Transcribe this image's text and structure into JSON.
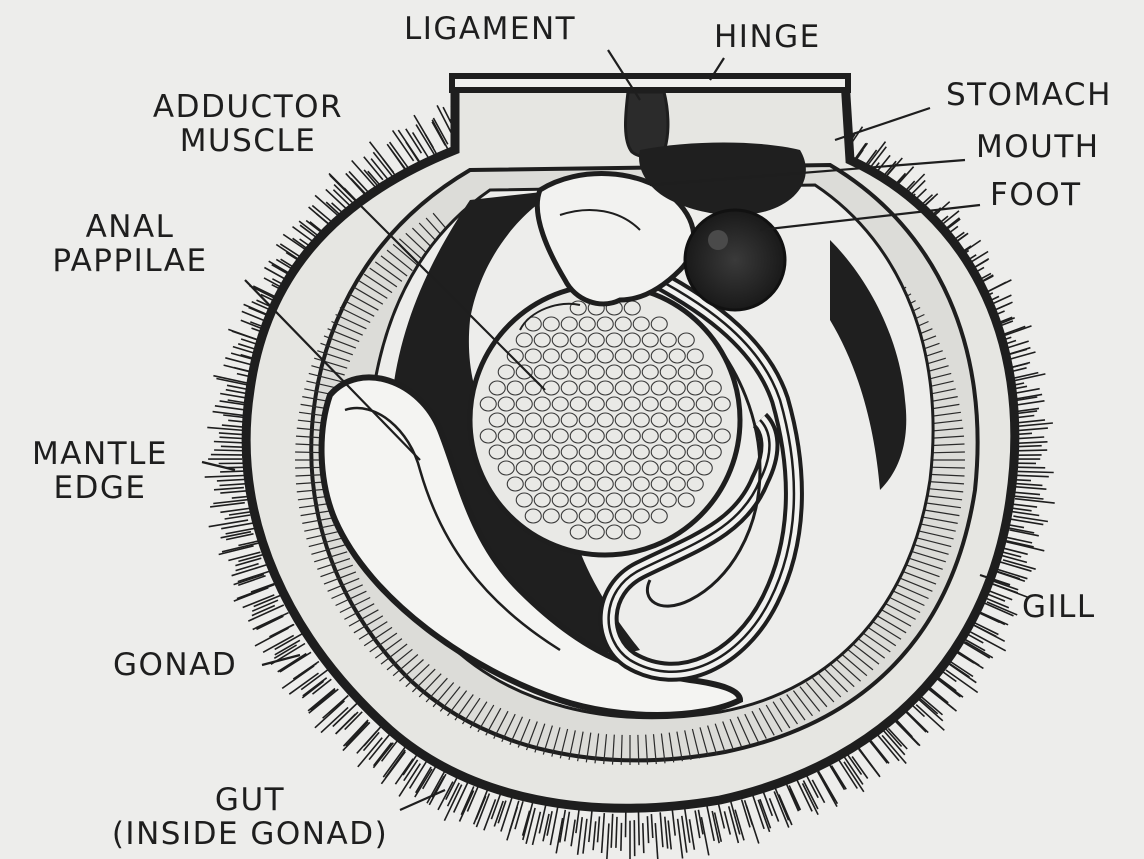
{
  "labels": {
    "ligament": "LIGAMENT",
    "hinge": "HINGE",
    "stomach": "STOMACH",
    "mouth": "MOUTH",
    "foot": "FOOT",
    "adductor_muscle": [
      "ADDUCTOR",
      "MUSCLE"
    ],
    "anal_pappilae": [
      "ANAL",
      "PAPPILAE"
    ],
    "mantle_edge": [
      "MANTLE",
      "EDGE"
    ],
    "gill": "GILL",
    "gonad": "GONAD",
    "gut": [
      "GUT",
      "(INSIDE GONAD)"
    ]
  },
  "colors": {
    "paper": "#ededeb",
    "ink": "#1e1e1e",
    "gonad_fill": "#f4f4f2"
  }
}
